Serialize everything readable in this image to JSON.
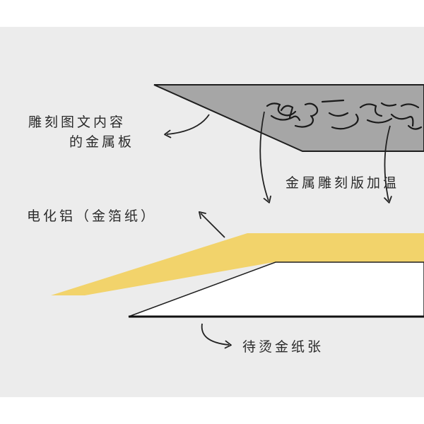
{
  "labels": {
    "plate_line1": "雕刻图文内容",
    "plate_line2": "的金属板",
    "heat": "金属雕刻版加温",
    "foil": "电化铝（金箔纸）",
    "paper": "待烫金纸张"
  },
  "colors": {
    "background": "#ececec",
    "metal_plate": "#a6a6a6",
    "foil": "#f2d36b",
    "paper": "#ffffff",
    "ink": "#222222"
  },
  "icons": {
    "plate_pointer": "curved-arrow-icon",
    "heat_pointer": "down-arrow-icon",
    "foil_pointer": "curved-arrow-icon",
    "paper_pointer": "curved-arrow-icon"
  }
}
